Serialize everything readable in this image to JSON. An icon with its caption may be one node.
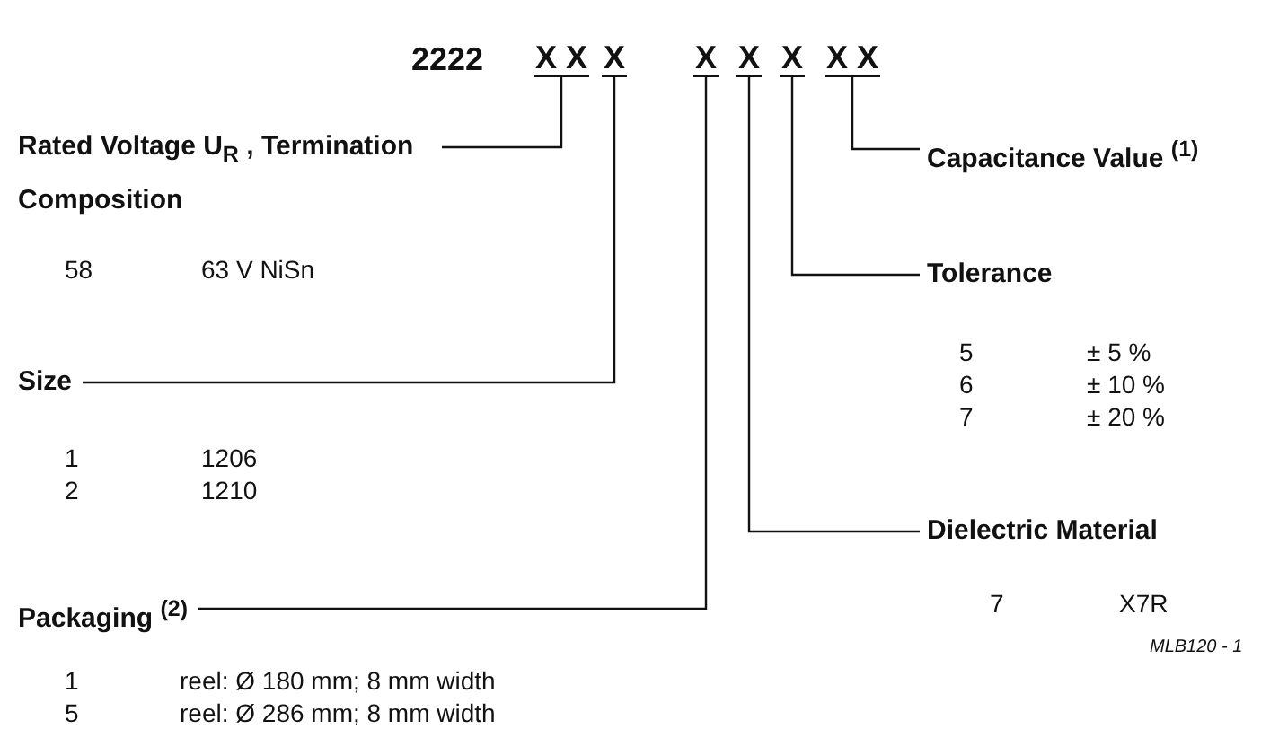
{
  "diagram": {
    "nodes": [
      {
        "text": [
          "X X"
        ]
      },
      {
        "text": [
          "X"
        ]
      },
      {
        "text": [
          "X"
        ]
      },
      {
        "text": [
          "X"
        ]
      },
      {
        "text": [
          "X"
        ]
      },
      {
        "text": [
          "X X"
        ]
      },
      {
        "text": [
          "Rated Voltage U$_{R}$ , Termination Composition"
        ]
      },
      {
        "text": [
          "Size"
        ]
      },
      {
        "text": [
          "Packaging $^{(2)}$"
        ]
      },
      {
        "text": [
          "Capacitance Value $^{(1)}$"
        ]
      },
      {
        "text": [
          "Tolerance"
        ]
      },
      {
        "text": [
          "Dielectric Material"
        ]
      }
    ],
    "edges": [
      {
        "from": 6,
        "to": 0,
        "arrow": "none"
      },
      {
        "from": 7,
        "to": 1,
        "arrow": "none"
      },
      {
        "from": 8,
        "to": 2,
        "arrow": "none"
      },
      {
        "from": 9,
        "to": 5,
        "arrow": "none"
      },
      {
        "from": 10,
        "to": 4,
        "arrow": "none"
      },
      {
        "from": 11,
        "to": 3,
        "arrow": "none"
      }
    ],
    "labels": [
      "2222",
      "58",
      "63 V NiSn",
      "5",
      "± 5 %",
      "6",
      "± 10 %",
      "7",
      "± 20 %",
      "1",
      "1206",
      "2",
      "1210",
      "7",
      "X7R",
      "MLB120 - 1",
      "1",
      "reel: Ø 180 mm; 8 mm width",
      "5",
      "reel: Ø 286 mm; 8 mm width"
    ]
  }
}
